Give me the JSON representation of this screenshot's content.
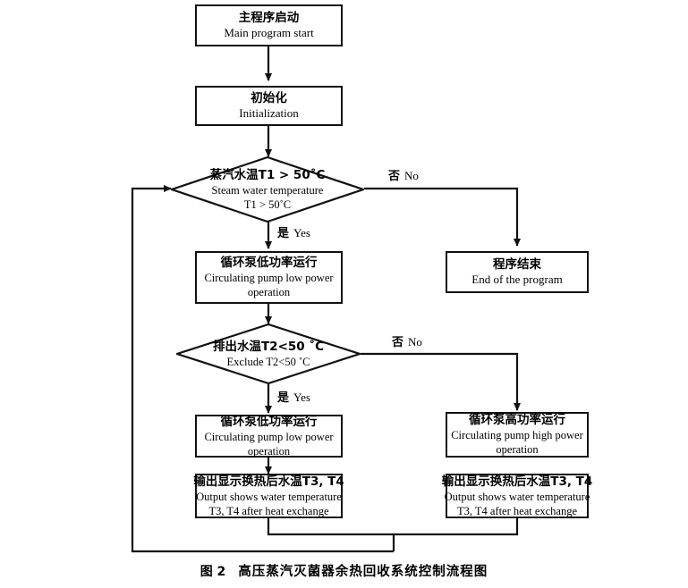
{
  "figure": {
    "caption_label": "图 2",
    "caption_text": "高压蒸汽灭菌器余热回收系统控制流程图"
  },
  "style": {
    "stroke_color": "#111111",
    "background": "#ffffff"
  },
  "chart_data": {
    "type": "diagram",
    "diagram_kind": "flowchart",
    "title": "高压蒸汽灭菌器余热回收系统控制流程图",
    "nodes": [
      {
        "id": "start",
        "shape": "rect",
        "cn": "主程序启动",
        "en": [
          "Main program start"
        ]
      },
      {
        "id": "init",
        "shape": "rect",
        "cn": "初始化",
        "en": [
          "Initialization"
        ]
      },
      {
        "id": "decision1",
        "shape": "diamond",
        "cn": "蒸汽水温T1 > 50˚C",
        "en": [
          "Steam water temperature",
          "T1 > 50˚C"
        ]
      },
      {
        "id": "pump_low_1",
        "shape": "rect",
        "cn": "循环泵低功率运行",
        "en": [
          "Circulating pump low power",
          "operation"
        ]
      },
      {
        "id": "end_program",
        "shape": "rect",
        "cn": "程序结束",
        "en": [
          "End of the program"
        ]
      },
      {
        "id": "decision2",
        "shape": "diamond",
        "cn": "排出水温T2<50 ˚C",
        "en": [
          "Exclude T2<50 ˚C"
        ]
      },
      {
        "id": "pump_low_2",
        "shape": "rect",
        "cn": "循环泵低功率运行",
        "en": [
          "Circulating pump low power",
          "operation"
        ]
      },
      {
        "id": "pump_high",
        "shape": "rect",
        "cn": "循环泵高功率运行",
        "en": [
          "Circulating pump high power",
          "operation"
        ]
      },
      {
        "id": "output_left",
        "shape": "rect",
        "cn": "输出显示换热后水温T3, T4",
        "en": [
          "Output shows water temperature",
          "T3, T4 after heat exchange"
        ]
      },
      {
        "id": "output_right",
        "shape": "rect",
        "cn": "输出显示换热后水温T3, T4",
        "en": [
          "Output shows water temperature",
          "T3, T4 after heat exchange"
        ]
      }
    ],
    "edge_labels": [
      {
        "id": "d1-no",
        "cn": "否",
        "en": "No"
      },
      {
        "id": "d1-yes",
        "cn": "是",
        "en": "Yes"
      },
      {
        "id": "d2-no",
        "cn": "否",
        "en": "No"
      },
      {
        "id": "d2-yes",
        "cn": "是",
        "en": "Yes"
      }
    ],
    "edges": [
      {
        "from": "start",
        "to": "decision1",
        "label": ""
      },
      {
        "from": "init",
        "to": "decision1",
        "label": ""
      },
      {
        "from": "decision1",
        "to": "pump_low_1",
        "label": "是 Yes"
      },
      {
        "from": "decision1",
        "to": "end_program",
        "label": "否 No"
      },
      {
        "from": "pump_low_1",
        "to": "decision2",
        "label": ""
      },
      {
        "from": "decision2",
        "to": "pump_low_2",
        "label": "是 Yes"
      },
      {
        "from": "decision2",
        "to": "pump_high",
        "label": "否 No"
      },
      {
        "from": "pump_low_2",
        "to": "output_left",
        "label": ""
      },
      {
        "from": "pump_high",
        "to": "output_right",
        "label": ""
      },
      {
        "from": "output_left",
        "to": "decision1",
        "label": "feedback loop"
      },
      {
        "from": "output_right",
        "to": "decision1",
        "label": "feedback loop"
      }
    ]
  }
}
